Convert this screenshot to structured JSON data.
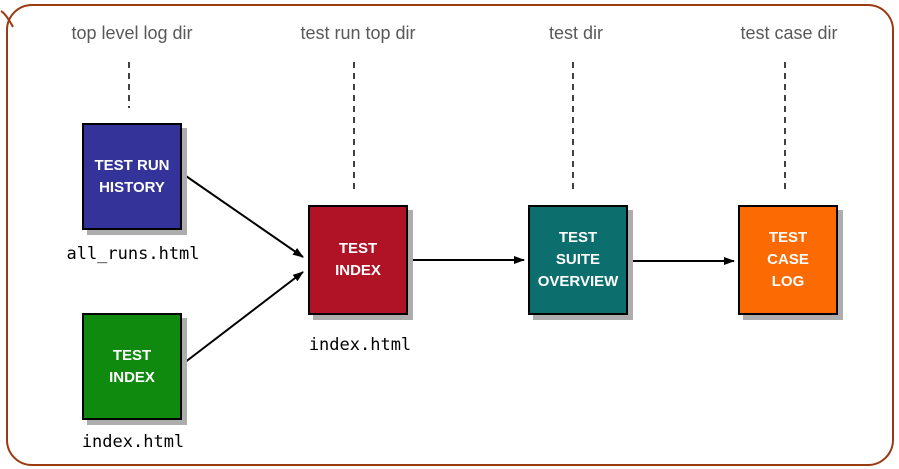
{
  "diagram": {
    "columns": [
      {
        "label": "top level log dir"
      },
      {
        "label": "test run top dir"
      },
      {
        "label": "test dir"
      },
      {
        "label": "test case dir"
      }
    ],
    "nodes": [
      {
        "id": "test-run-history",
        "label_lines": [
          "TEST RUN",
          "HISTORY"
        ],
        "color": "#333399",
        "file_label": "all_runs.html"
      },
      {
        "id": "test-index-top-level",
        "label_lines": [
          "TEST",
          "INDEX"
        ],
        "color": "#0f8a0f",
        "file_label": "index.html"
      },
      {
        "id": "test-index-run",
        "label_lines": [
          "TEST",
          "INDEX"
        ],
        "color": "#b01226",
        "file_label": "index.html"
      },
      {
        "id": "test-suite-overview",
        "label_lines": [
          "TEST",
          "SUITE",
          "OVERVIEW"
        ],
        "color": "#0d6e6e"
      },
      {
        "id": "test-case-log",
        "label_lines": [
          "TEST",
          "CASE",
          "LOG"
        ],
        "color": "#fc6a03"
      }
    ],
    "colors": {
      "frame_border": "#9a3a10",
      "header_text": "#595959",
      "box_text": "#ffffff",
      "box_border": "#000000",
      "box_shadow": "#adadad",
      "arrow": "#000000"
    }
  }
}
